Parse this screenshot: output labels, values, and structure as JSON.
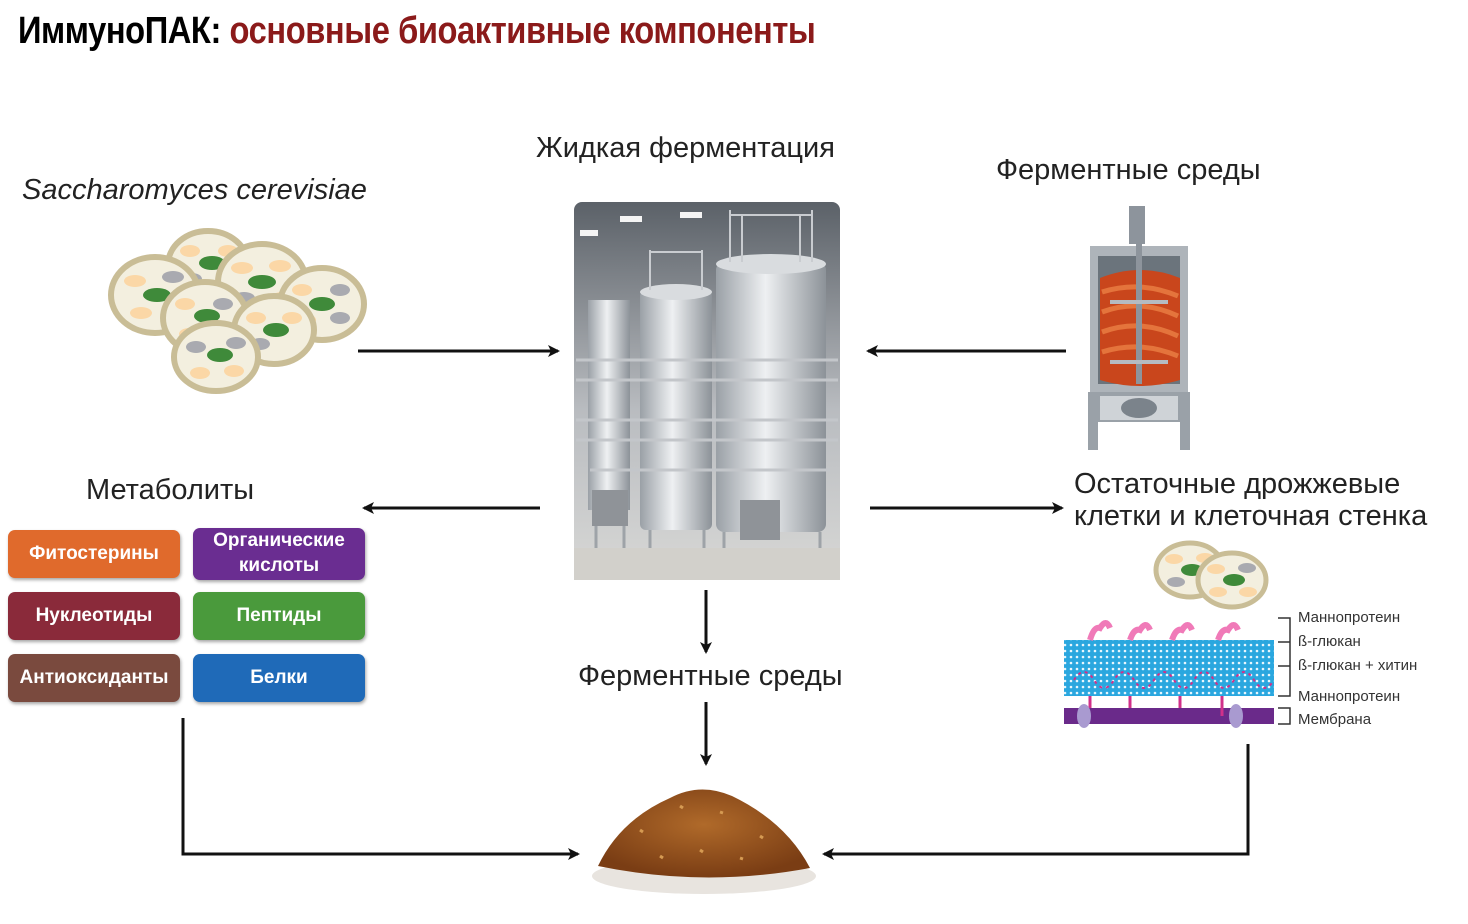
{
  "title": {
    "brand": "ИммуноПАК:",
    "subtitle": "основные биоактивные компоненты"
  },
  "nodes": {
    "yeast": "Saccharomyces cerevisiae",
    "liquid_fermentation": "Жидкая ферментация",
    "fermentation_media_top": "Ферментные среды",
    "metabolites": "Метаболиты",
    "residual_cells_line1": "Остаточные дрожжевые",
    "residual_cells_line2": "клетки и клеточная стенка",
    "fermentation_media_bottom": "Ферментные среды"
  },
  "metabolite_chips": [
    {
      "label": "Фитостерины",
      "color": "#e06a2c"
    },
    {
      "label": "Органические кислоты",
      "color": "#6a2d91"
    },
    {
      "label": "Нуклеотиды",
      "color": "#8a2a3a"
    },
    {
      "label": "Пептиды",
      "color": "#4a9a3c"
    },
    {
      "label": "Антиоксиданты",
      "color": "#7a4a3e"
    },
    {
      "label": "Белки",
      "color": "#1f6ab8"
    }
  ],
  "cell_wall_layers": [
    "Маннопротеин",
    "ß-глюкан",
    "ß-глюкан + хитин",
    "Маннопротеин",
    "Мембрана"
  ]
}
